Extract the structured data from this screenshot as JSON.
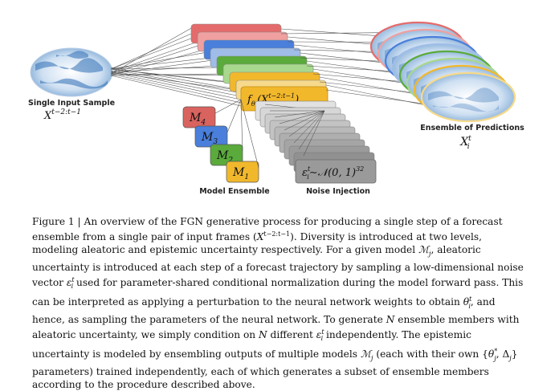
{
  "figure": {
    "input_label": "Single Input Sample",
    "input_math": "X",
    "input_math_sup": "t−2:t−1",
    "model_ensemble_label": "Model Ensemble",
    "noise_injection_label": "Noise Injection",
    "ensemble_label": "Ensemble of Predictions",
    "ensemble_math": "X",
    "ensemble_math_sup": "t",
    "ensemble_math_sub": "i",
    "models": [
      {
        "label": "M",
        "sub": "4",
        "color": "#d9635f"
      },
      {
        "label": "M",
        "sub": "3",
        "color": "#4a7fdb"
      },
      {
        "label": "M",
        "sub": "2",
        "color": "#5aaa3c"
      },
      {
        "label": "M",
        "sub": "1",
        "color": "#f2b82c"
      }
    ],
    "function_label": "f",
    "function_sub": "θ",
    "function_subsub": "t",
    "function_subsub2": "i",
    "function_arg": "(X",
    "function_arg_sup": "t−2:t−1",
    "function_arg_close": ")",
    "noise_label": "ε",
    "noise_sup": "t",
    "noise_sub": "i",
    "noise_dist": "∼𝒩(0, 1)",
    "noise_dim": "32",
    "stack_colors": [
      "#e46b6b",
      "#f0a0a0",
      "#4a7fdb",
      "#9fbde8",
      "#5aaa3c",
      "#a8d88d",
      "#f2b82c",
      "#f6d98a"
    ]
  },
  "caption": {
    "p1": "Figure 1 | An overview of the FGN generative process for producing a single step of a forecast ensemble from a single pair of input frames (",
    "p1_math": "X",
    "p1_sup": "t−2:t−1",
    "p2": "). Diversity is introduced at two levels, modeling aleatoric and epistemic uncertainty respectively. For a given model ",
    "p2_math": "ℳ",
    "p2_sub": "j",
    "p3": ", aleatoric uncertainty is introduced at each step of a forecast trajectory by sampling a low-dimensional noise vector ",
    "p3_math": "ε",
    "p3_sup": "t",
    "p3_sub": "i",
    "p4": " used for parameter-shared conditional normalization during the model forward pass. This can be interpreted as applying a perturbation to the neural network weights to obtain ",
    "p4_math": "θ",
    "p4_sup": "t",
    "p4_sub": "i",
    "p5": ", and hence, as sampling the parameters of the neural network. To generate ",
    "p5_math": "N",
    "p6": " ensemble members with aleatoric uncertainty, we simply condition on ",
    "p6_math": "N",
    "p7": " different ",
    "p7_math": "ε",
    "p7_sup": "t",
    "p7_sub": "i",
    "p8": " independently. The epistemic uncertainty is modeled by ensembling outputs of multiple models ",
    "p8_math": "ℳ",
    "p8_sub": "j",
    "p9": " (each with their own {",
    "p9_math": "θ",
    "p9_sup": "*",
    "p9_sub": "j",
    "p9b": ", Δ",
    "p9b_sub": "j",
    "p10": "} parameters) trained independently, each of which generates a subset of ensemble members according to the procedure described above."
  }
}
